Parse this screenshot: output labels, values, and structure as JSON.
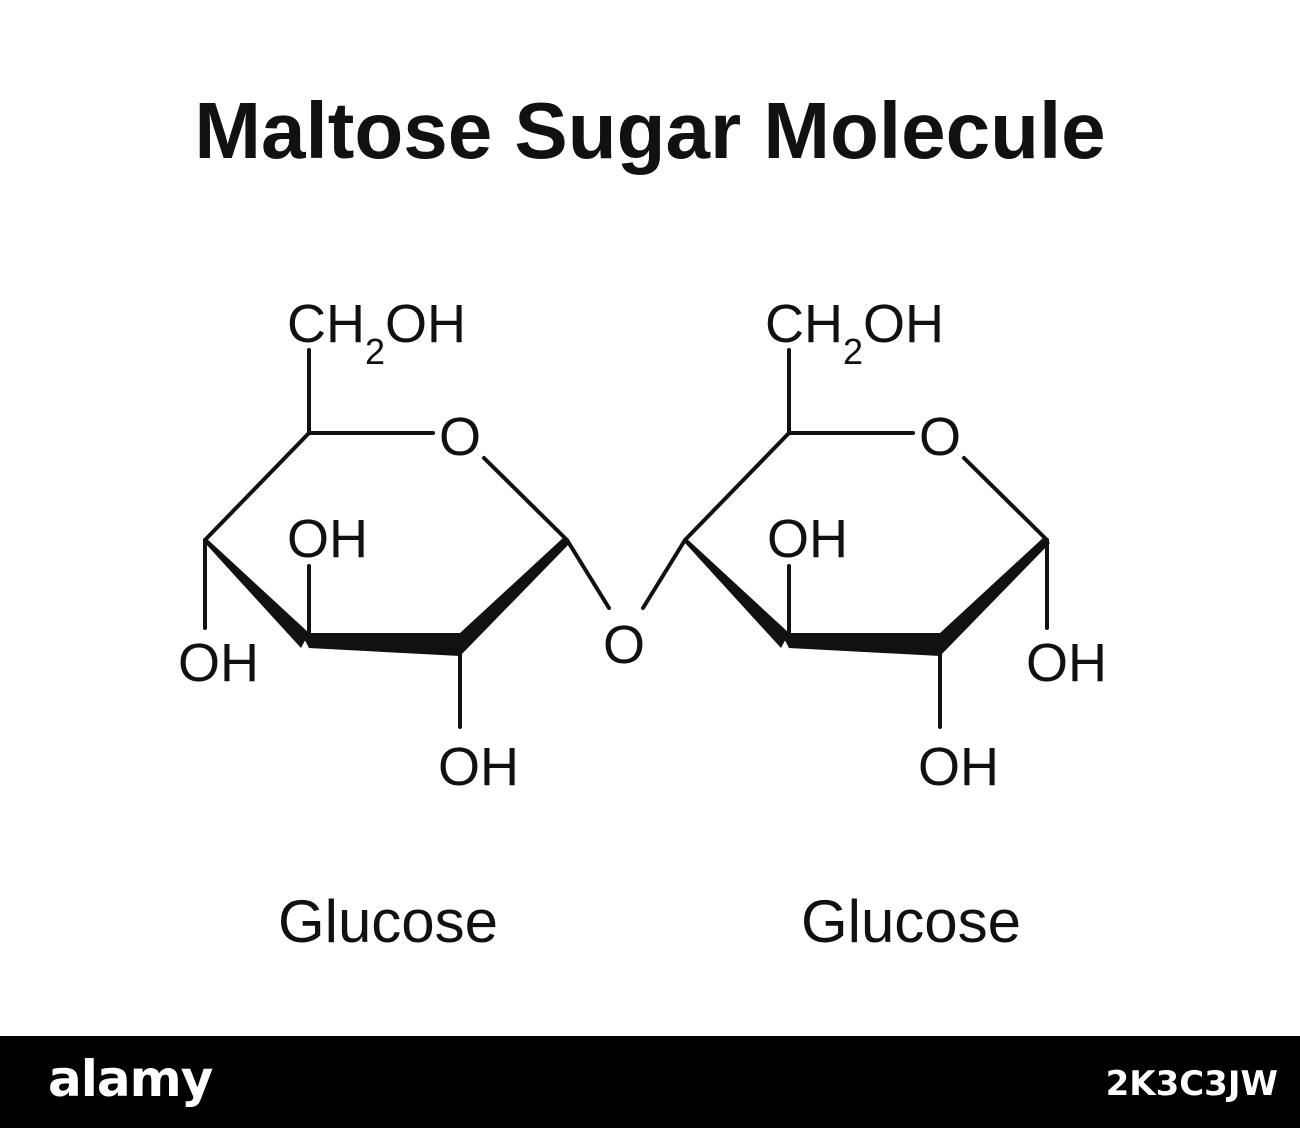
{
  "title": "Maltose Sugar Molecule",
  "left_unit": {
    "ch2oh": {
      "prefix": "CH",
      "subscript": "2",
      "suffix": "OH"
    },
    "ring_oxygen": "O",
    "oh_top_inner": "OH",
    "oh_left": "OH",
    "oh_bottom": "OH",
    "caption": "Glucose"
  },
  "glycosidic_oxygen": "O",
  "right_unit": {
    "ch2oh": {
      "prefix": "CH",
      "subscript": "2",
      "suffix": "OH"
    },
    "ring_oxygen": "O",
    "oh_top_inner": "OH",
    "oh_right": "OH",
    "oh_bottom": "OH",
    "caption": "Glucose"
  },
  "footer": {
    "brand": "alamy",
    "image_code": "2K3C3JW"
  },
  "colors": {
    "ink": "#111111",
    "background": "#ffffff",
    "footer_bg": "#000000",
    "footer_text": "#ffffff"
  }
}
